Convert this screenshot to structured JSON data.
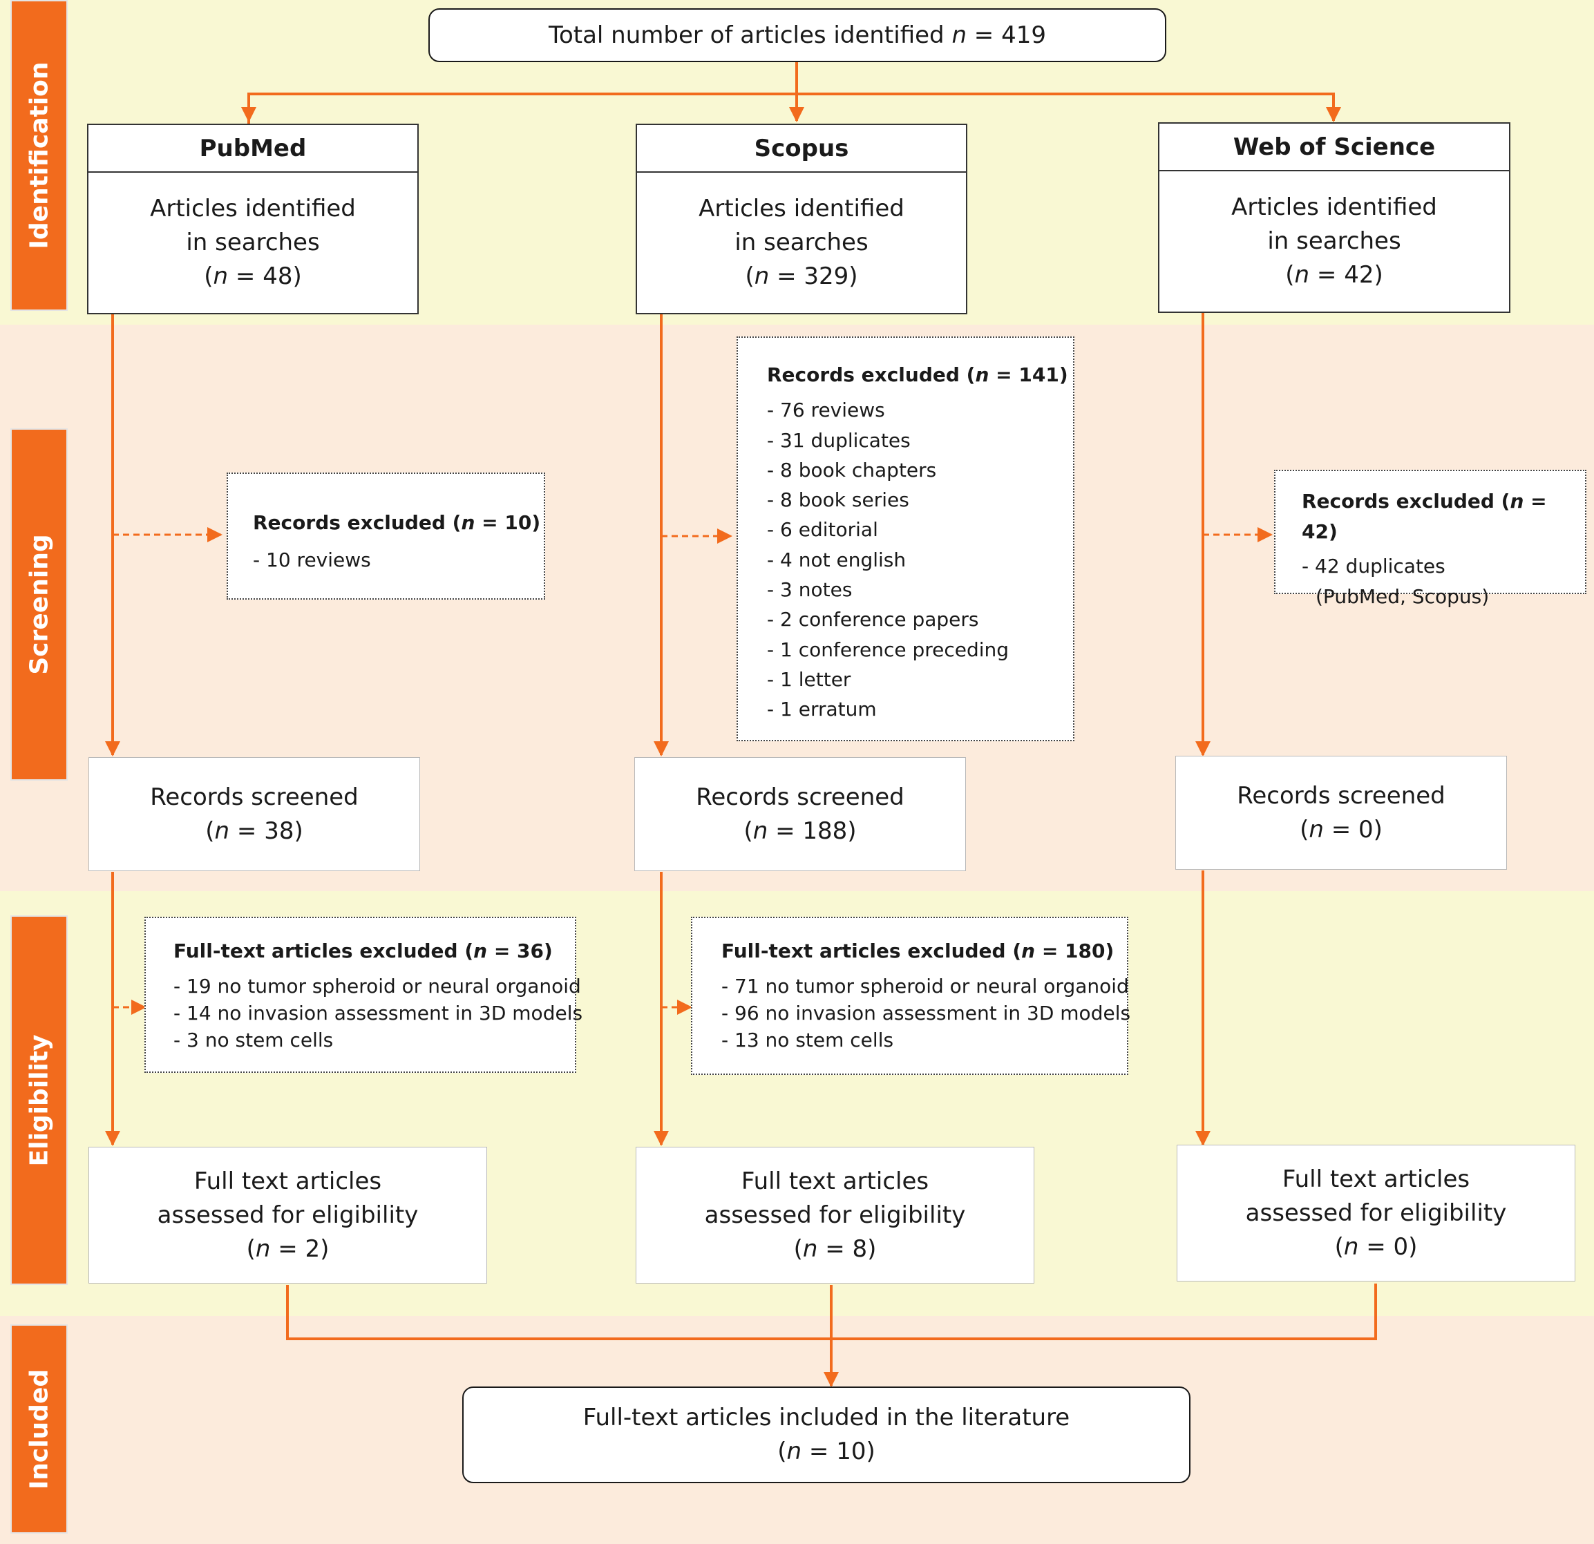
{
  "stages": {
    "identification": "Identification",
    "screening": "Screening",
    "eligibility": "Eligibility",
    "included": "Included"
  },
  "total": {
    "text": "Total number of articles identified",
    "n": "419"
  },
  "sources": [
    {
      "name": "PubMed",
      "line1": "Articles identified",
      "line2": "in searches",
      "n": "48"
    },
    {
      "name": "Scopus",
      "line1": "Articles identified",
      "line2": "in searches",
      "n": "329"
    },
    {
      "name": "Web of Science",
      "line1": "Articles identified",
      "line2": "in searches",
      "n": "42"
    }
  ],
  "excluded": [
    {
      "title": "Records excluded",
      "n": "10",
      "items": [
        "10 reviews"
      ]
    },
    {
      "title": "Records excluded",
      "n": "141",
      "items": [
        "76 reviews",
        "31 duplicates",
        "8 book chapters",
        "8 book series",
        "6 editorial",
        "4 not english",
        "3 notes",
        "2 conference papers",
        "1 conference preceding",
        "1 letter",
        "1 erratum"
      ]
    },
    {
      "title": "Records excluded",
      "n": "42",
      "items": [
        "42 duplicates"
      ],
      "note": "(PubMed, Scopus)"
    }
  ],
  "screened": [
    {
      "label": "Records screened",
      "n": "38"
    },
    {
      "label": "Records screened",
      "n": "188"
    },
    {
      "label": "Records screened",
      "n": "0"
    }
  ],
  "fulltext_excluded": [
    {
      "title": "Full-text articles excluded",
      "n": "36",
      "items": [
        "19 no tumor spheroid or neural organoid",
        "14 no invasion assessment in 3D models",
        "3 no stem cells"
      ]
    },
    {
      "title": "Full-text articles excluded",
      "n": "180",
      "items": [
        "71 no tumor spheroid or neural organoid",
        "96 no invasion assessment in 3D models",
        "13 no stem cells"
      ]
    }
  ],
  "eligibility": [
    {
      "line1": "Full text articles",
      "line2": "assessed for eligibility",
      "n": "2"
    },
    {
      "line1": "Full text articles",
      "line2": "assessed for eligibility",
      "n": "8"
    },
    {
      "line1": "Full text articles",
      "line2": "assessed for eligibility",
      "n": "0"
    }
  ],
  "included": {
    "text": "Full-text articles included in the literature",
    "n": "10"
  },
  "symbols": {
    "n": "n",
    "eq": " = ",
    "open": "(",
    "close": ")",
    "dash": "- "
  },
  "colors": {
    "accent": "#f26b1d",
    "band_yellow": "#f9f8d3",
    "band_pink": "#fcebdc"
  }
}
